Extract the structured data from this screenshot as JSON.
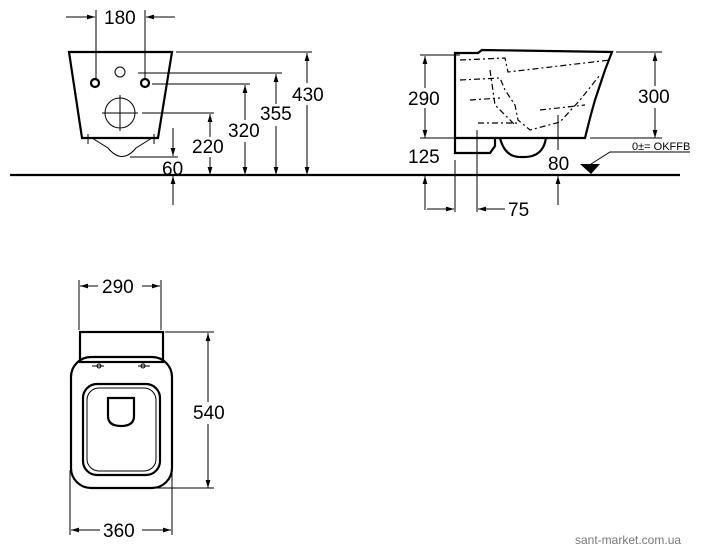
{
  "front_view": {
    "dims": {
      "hole_spacing": "180",
      "height_top": "430",
      "height_inlet": "355",
      "height_fixing": "320",
      "height_outlet": "220",
      "outlet_clearance": "60"
    }
  },
  "side_view": {
    "dims": {
      "rear_height": "290",
      "front_height": "300",
      "rear_bottom": "125",
      "bowl_bottom": "80",
      "outlet_offset": "75"
    },
    "floor_label": "0±= OKFFB"
  },
  "top_view": {
    "dims": {
      "rear_width": "290",
      "length": "540",
      "width": "360"
    }
  },
  "watermark": "sant-market.com.ua"
}
